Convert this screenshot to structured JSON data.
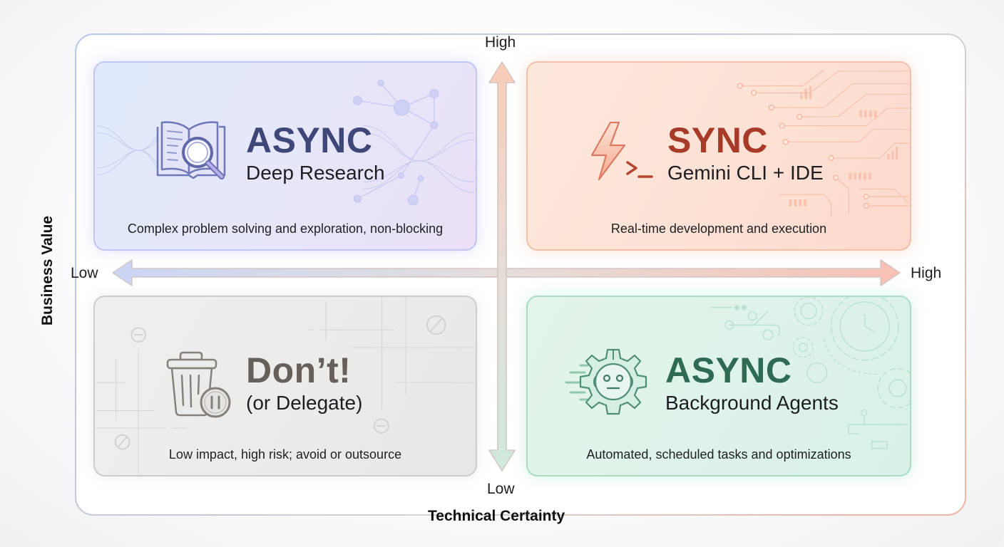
{
  "axes": {
    "y_title": "Business Value",
    "y_high": "High",
    "y_low": "Low",
    "x_title": "Technical Certainty",
    "x_high": "High",
    "x_low": "Low"
  },
  "quadrants": {
    "top_left": {
      "mode": "ASYNC",
      "name": "Deep Research",
      "description": "Complex problem solving and exploration, non-blocking",
      "icon": "book-magnifier-icon",
      "accent": "#3f4779"
    },
    "top_right": {
      "mode": "SYNC",
      "name": "Gemini CLI + IDE",
      "description": "Real-time development and execution",
      "icon": "lightning-terminal-icon",
      "accent": "#a83a28"
    },
    "bottom_left": {
      "mode": "Don’t!",
      "name": "(or Delegate)",
      "description": "Low impact, high risk; avoid or outsource",
      "icon": "trash-pause-icon",
      "accent": "#67605a"
    },
    "bottom_right": {
      "mode": "ASYNC",
      "name": "Background Agents",
      "description": "Automated, scheduled tasks and optimizations",
      "icon": "robot-gear-icon",
      "accent": "#2f6a52"
    }
  },
  "colors": {
    "blue": "#b5c8ec",
    "orange": "#f0b3a3",
    "gray": "#cfccca",
    "green": "#a9dcc3"
  }
}
